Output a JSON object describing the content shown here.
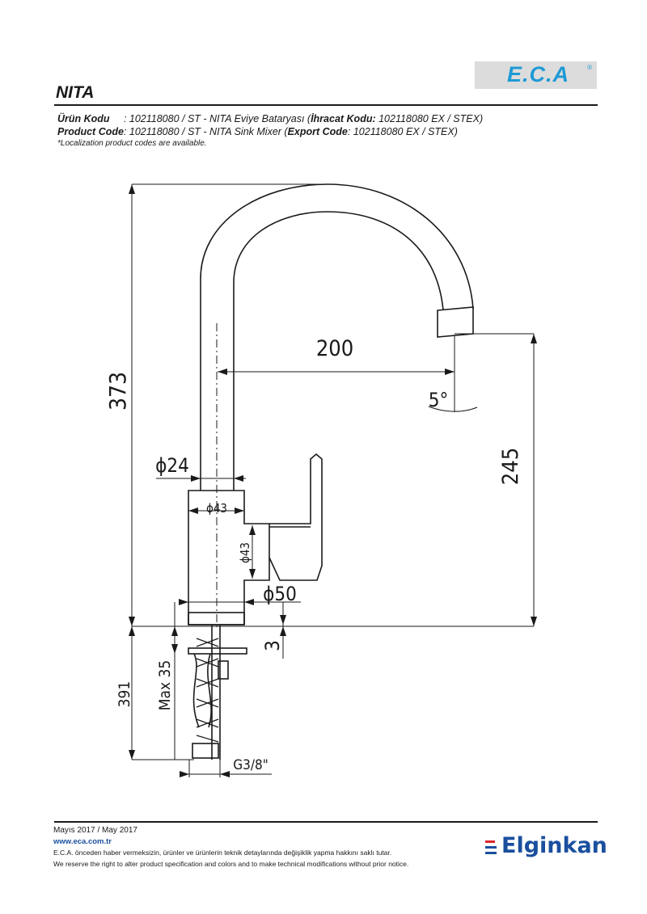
{
  "brand": {
    "logo_text": "E.C.A",
    "logo_reg": "®",
    "colors": {
      "eca_blue": "#1e9ad6",
      "elginkan_blue": "#1a4f9e",
      "elginkan_red": "#e0242a"
    }
  },
  "product": {
    "name": "NITA",
    "tr_label": "Ürün Kodu",
    "tr_sep": "     : ",
    "tr_value": "102118080 / ST - NITA Eviye Bataryası (",
    "tr_export_label": "İhracat Kodu:",
    "tr_export_value": " 102118080 EX / STEX)",
    "en_label": "Product Code",
    "en_value": ": 102118080 / ST - NITA Sink Mixer (",
    "en_export_label": "Export Code",
    "en_export_value": ": 102118080 EX / STEX)",
    "note": "*Localization product codes are available."
  },
  "dimensions": {
    "height_total": "373",
    "reach": "200",
    "angle": "5°",
    "spout_diameter": "ϕ24",
    "body_diameter_top": "ϕ43",
    "body_diameter_side": "ϕ43",
    "base_diameter": "ϕ50",
    "spout_height": "245",
    "base_thickness": "3",
    "max_counter": "Max 35",
    "hose_length": "391",
    "thread": "G3/8\""
  },
  "footer": {
    "date": "Mayıs 2017 / May 2017",
    "website": "www.eca.com.tr",
    "disclaimer_tr": "E.C.A. önceden haber vermeksizin, ürünler ve ürünlerin teknik detaylarında değişiklik yapma hakkını saklı tutar.",
    "disclaimer_en": "We reserve the right to alter product specification and colors and to make technical modifications without prior notice.",
    "elginkan": "Elginkan"
  }
}
